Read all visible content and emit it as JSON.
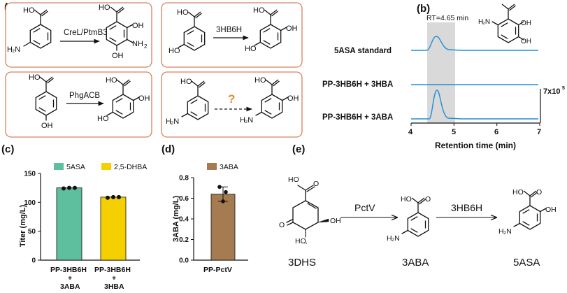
{
  "panel_labels": {
    "a": "(a)",
    "b": "(b)",
    "c": "(c)",
    "d": "(d)",
    "e": "(e)"
  },
  "panel_a": {
    "reactions": [
      {
        "enzyme": "CreL/PtmB3"
      },
      {
        "enzyme": "3HB6H"
      },
      {
        "enzyme": "PhgACB"
      },
      {
        "enzyme": "?"
      }
    ],
    "atoms": {
      "HO": "HO",
      "OH": "OH",
      "NH2": "NH",
      "H2N": "H",
      "O": "O"
    },
    "colors": {
      "box_border": "#d9805e",
      "question": "#e08a2c"
    }
  },
  "panel_b": {
    "rt_label": "RT=4.65 min",
    "traces": [
      "5ASA standard",
      "PP-3HB6H + 3HBA",
      "PP-3HB6H + 3ABA"
    ],
    "scale_label": "7x10",
    "scale_exp": "5",
    "x_ticks": [
      "4",
      "5",
      "6",
      "7"
    ],
    "x_label": "Retention time (min)",
    "trace_color": "#1e8fd6",
    "rt_band_color": "#d9d9d9"
  },
  "chart_data": [
    {
      "type": "bar",
      "title": "",
      "categories": [
        "PP-3HB6H + 3ABA",
        "PP-3HB6H + 3HBA"
      ],
      "series": [
        {
          "name": "5ASA",
          "values": [
            125,
            0
          ],
          "color": "#5dbf9e"
        },
        {
          "name": "2,5-DHBA",
          "values": [
            0,
            109
          ],
          "color": "#f5d000"
        }
      ],
      "replicates": [
        [
          124,
          125,
          125
        ],
        [
          108,
          109,
          109
        ]
      ],
      "xlabel": "",
      "ylabel": "Titer (mg/L)",
      "ylim": [
        0,
        150
      ],
      "yticks": [
        0,
        50,
        100,
        150
      ],
      "legend": "top"
    },
    {
      "type": "bar",
      "title": "",
      "categories": [
        "PP-PctV"
      ],
      "series": [
        {
          "name": "3ABA",
          "values": [
            0.64
          ],
          "color": "#a57c52"
        }
      ],
      "error": [
        0.07
      ],
      "replicates": [
        0.71,
        0.66,
        0.57
      ],
      "xlabel": "",
      "ylabel": "3ABA (mg/L)",
      "ylim": [
        0,
        0.8
      ],
      "yticks": [
        0.0,
        0.2,
        0.4,
        0.6,
        0.8
      ],
      "legend": "top"
    }
  ],
  "panel_c": {
    "y_label": "Titer (mg/L)",
    "y_ticks": [
      "0",
      "50",
      "100",
      "150"
    ],
    "legend": [
      "5ASA",
      "2,5-DHBA"
    ],
    "cat1": [
      "PP-3HB6H",
      "+",
      "3ABA"
    ],
    "cat2": [
      "PP-3HB6H",
      "+",
      "3HBA"
    ]
  },
  "panel_d": {
    "y_label": "3ABA (mg/L)",
    "y_ticks": [
      "0.0",
      "0.2",
      "0.4",
      "0.6",
      "0.8"
    ],
    "legend": "3ABA",
    "category": "PP-PctV"
  },
  "panel_e": {
    "compounds": [
      "3DHS",
      "3ABA",
      "5ASA"
    ],
    "enzymes": [
      "PctV",
      "3HB6H"
    ]
  }
}
